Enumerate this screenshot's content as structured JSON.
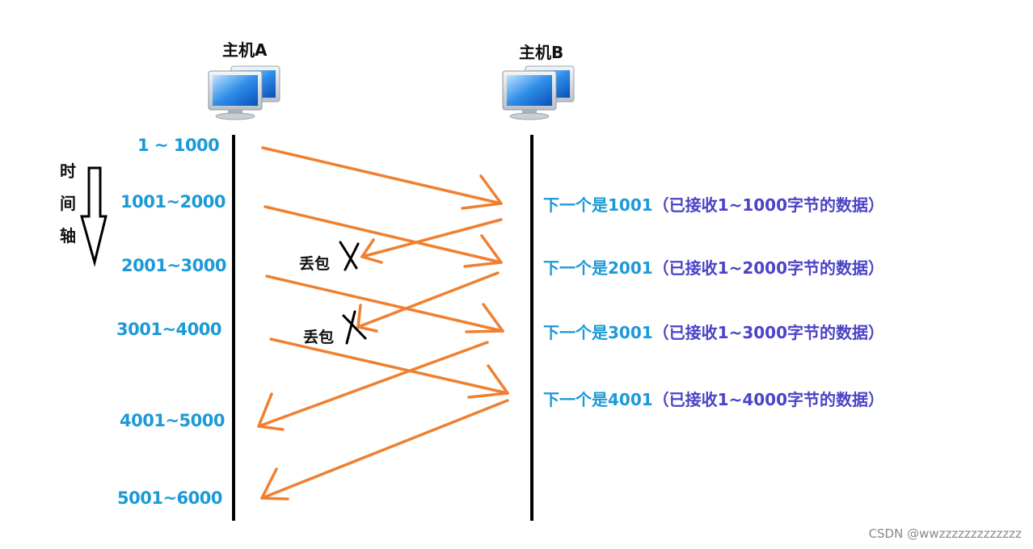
{
  "hosts": {
    "a": "主机A",
    "b": "主机B"
  },
  "time_axis": [
    "时",
    "间",
    "轴"
  ],
  "segments": [
    "1 ~ 1000",
    "1001~2000",
    "2001~3000",
    "3001~4000",
    "4001~5000",
    "5001~6000"
  ],
  "acks": [
    {
      "next": "下一个是1001",
      "detail": "（已接收1~1000字节的数据）"
    },
    {
      "next": "下一个是2001",
      "detail": "（已接收1~2000字节的数据）"
    },
    {
      "next": "下一个是3001",
      "detail": "（已接收1~3000字节的数据）"
    },
    {
      "next": "下一个是4001",
      "detail": "（已接收1~4000字节的数据）"
    }
  ],
  "loss_labels": [
    "丢包",
    "丢包"
  ],
  "watermark": "CSDN @wwzzzzzzzzzzzzz",
  "colors": {
    "arrow": "#f08030",
    "seq": "#1c9ad6",
    "ack_detail": "#4a43c7"
  }
}
